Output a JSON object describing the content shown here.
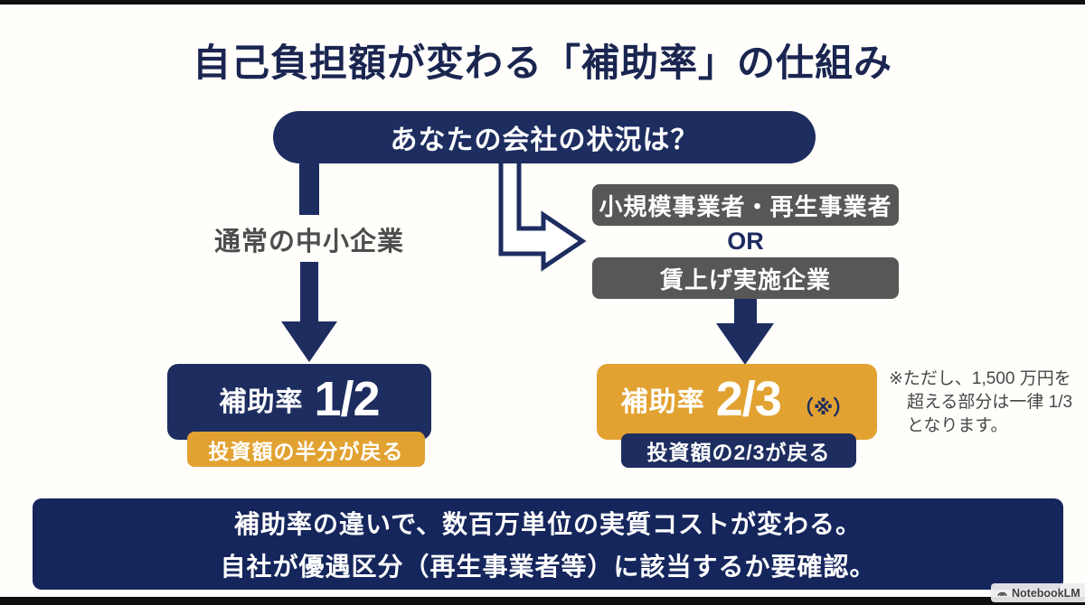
{
  "title": "自己負担額が変わる「補助率」の仕組み",
  "question": "あなたの会社の状況は？",
  "left_branch": {
    "condition": "通常の中小企業",
    "rate_label": "補助率",
    "rate_value": "1/2",
    "benefit": "投資額の半分が戻る"
  },
  "right_branch": {
    "condition_top": "小規模事業者・再生事業者",
    "or_label": "OR",
    "condition_bottom": "賃上げ実施企業",
    "rate_label": "補助率",
    "rate_value": "2/3",
    "rate_note_mark": "（※）",
    "benefit": "投資額の2/3が戻る",
    "note_lines": [
      "※ただし、1,500 万円を",
      "超える部分は一律 1/3",
      "となります。"
    ]
  },
  "banner": {
    "line1": "補助率の違いで、数百万単位の実質コストが変わる。",
    "line2": "自社が優遇区分（再生事業者等）に該当するか要確認。"
  },
  "watermark": {
    "label": "NotebookLM"
  },
  "colors": {
    "navy": "#1d2d60",
    "banner_navy": "#15265c",
    "orange": "#e2a231",
    "gray_box": "#575757",
    "title_navy": "#1a2550",
    "text_gray": "#4d4d4d",
    "note_gray": "#474747",
    "bar_black": "#0f0f0f",
    "bg": "#fffefb"
  }
}
